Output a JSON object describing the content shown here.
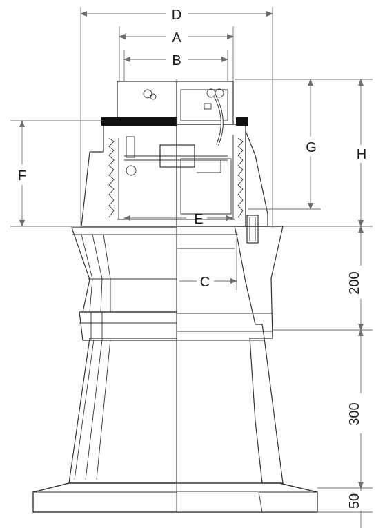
{
  "labels": {
    "D": "D",
    "A": "A",
    "B": "B",
    "E": "E",
    "C": "C",
    "F": "F",
    "G": "G",
    "H": "H",
    "dim_200": "200",
    "dim_300": "300",
    "dim_50": "50"
  },
  "colors": {
    "cover_blue": "#cde8f5",
    "cover_blue_dark": "#b4d6ea",
    "collar_brown": "#b89a9d",
    "collar_shadow": "#a88c8f",
    "base_grey": "#dcdcdc",
    "lid_black": "#111111",
    "dimension_line": "#6e6e6e"
  }
}
